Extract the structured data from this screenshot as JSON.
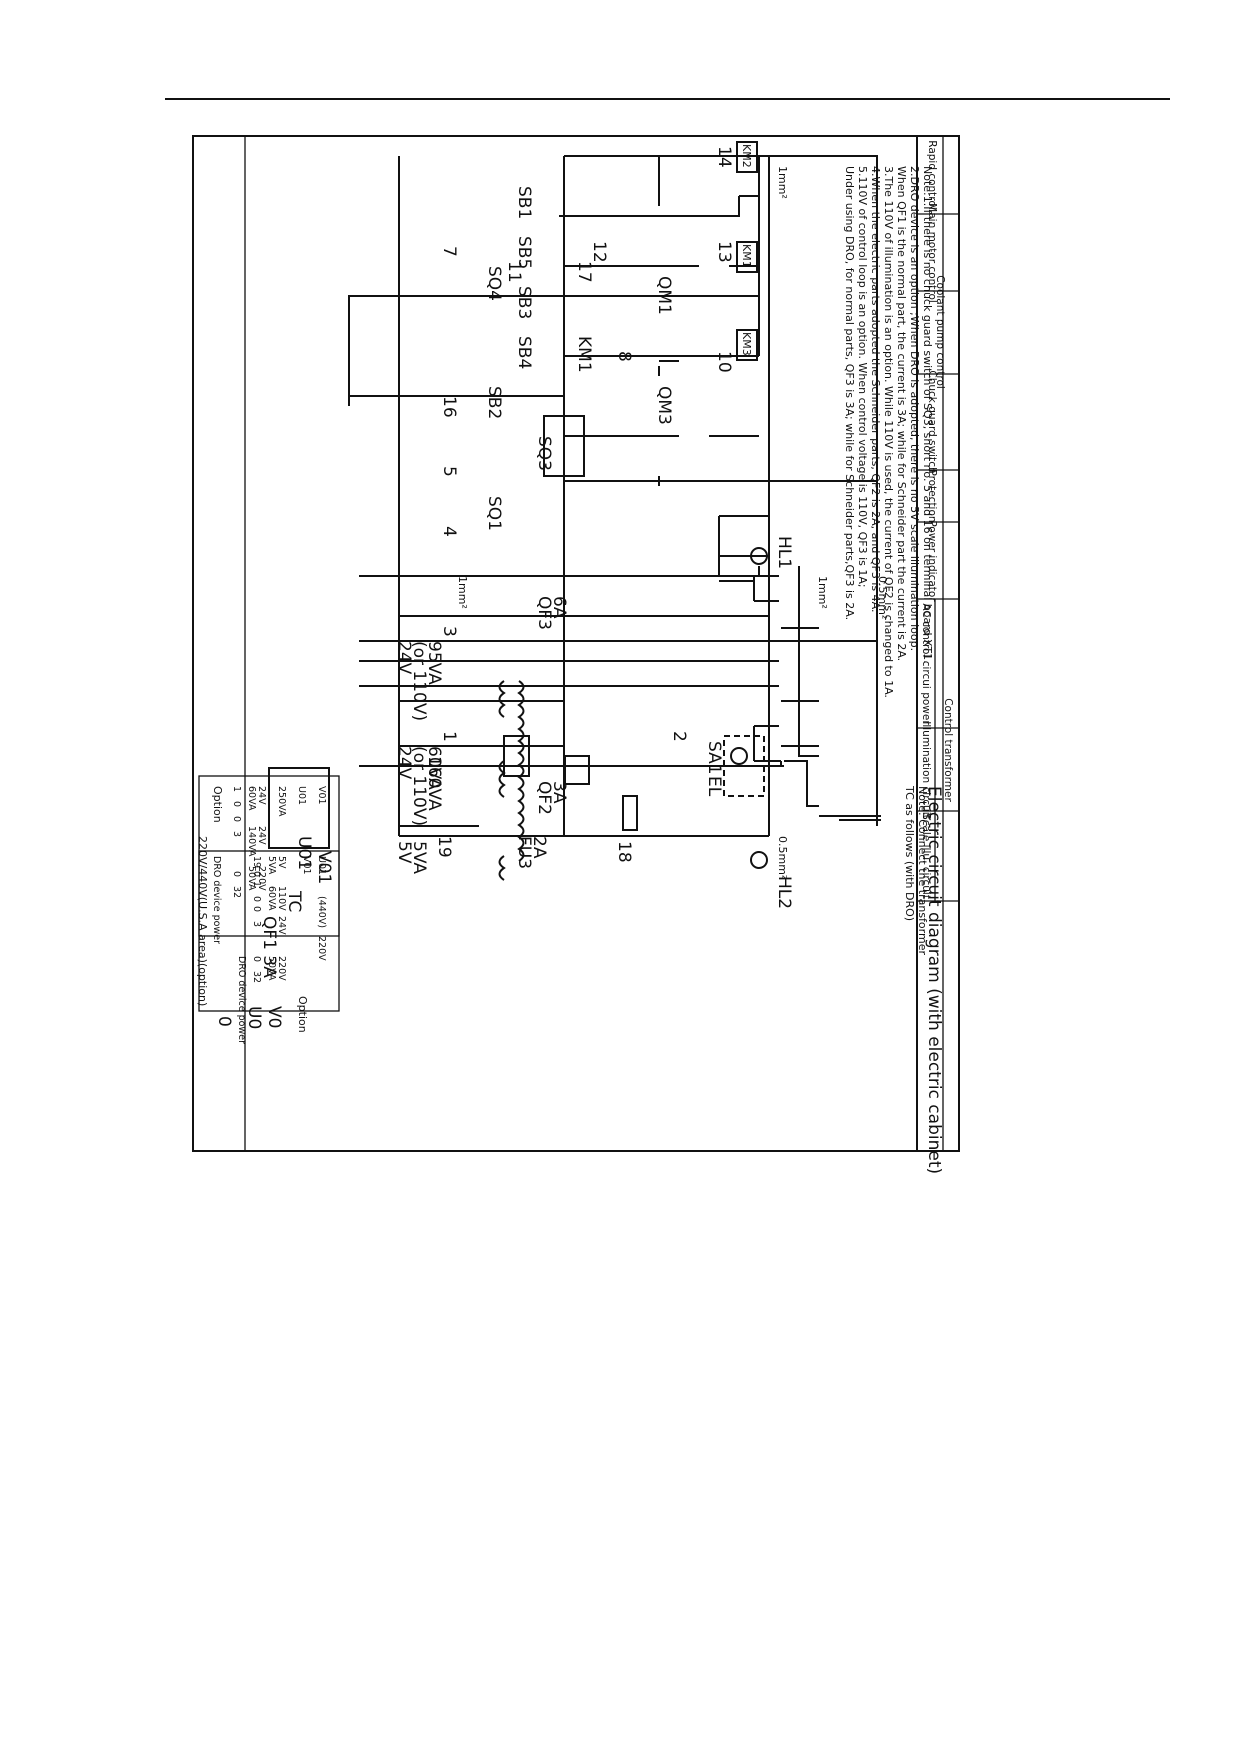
{
  "sections": [
    "Scale illu. circuit",
    "Illumination circuit",
    "AC control circui power",
    "Power indicator",
    "Protection",
    "Chuck guard switch",
    "Coolant pump control",
    "Main motor control",
    "Rapid control"
  ],
  "section_group": "Control transformer",
  "caption": "Electric circuit diagram (with electric cabinet)",
  "notes": [
    "Note:1.If there is no chuck guard switch of SQ3, short no. 5 and 16 on terminal board XT1.",
    "2.DRO device is an option ;When DRO is adopted, there is no 5V scale illumination loop.",
    "When QF1 is the normal part, the current is 3A; while for Schneider part the current is 2A.",
    "3.The 110V of illumination is an option. While 110V is used, the current of QF2 is changed to 1A.",
    "4.When the electric parts adopted the Schneider parts, QF2 is 2A, and QF3 is 4A.",
    "5.110V of control loop is an option. When control voltage is 110V, QF3 is 1A;",
    "Under using DRO, for normal parts, QF3 is 3A; while for Schneider parts,QF3 is 2A."
  ],
  "transformer_note": [
    "Note: Connect the transformer",
    "TC as follows (with DRO)"
  ],
  "option_title": "220V/440V(U.S.A area)(option)",
  "option_labels": {
    "option": "Option",
    "option_upright": "Option",
    "dro_power": "DRO device power",
    "dro_power2": "DRO device power"
  },
  "labels": {
    "U0": "U0",
    "V0": "V0",
    "U01": "U01",
    "V01": "V01",
    "TC": "TC",
    "QF1": "QF1 3A",
    "VA160": "160VA",
    "t5V": "5V",
    "t5VA": "5VA",
    "t24a": "24V",
    "t110a": "(or 110V)",
    "t60VA": "60VA",
    "t24b": "24V",
    "t110b": "(or 110V)",
    "t95VA": "95VA",
    "QF2": "QF2",
    "QF2A": "3A",
    "QF3": "QF3",
    "QF3A": "6A",
    "FU3": "FU3",
    "FU3A": "2A",
    "HL1": "HL1",
    "HL2": "HL2",
    "SA1": "SA1",
    "EL": "EL",
    "SQ1": "SQ1",
    "SQ3": "SQ3",
    "SQ4": "SQ4",
    "SB1": "SB1",
    "SB2": "SB2",
    "SB3": "SB3",
    "SB4": "SB4",
    "SB5": "SB5",
    "KM1": "KM1",
    "KM2": "KM2",
    "KM3": "KM3",
    "KM1c": "KM1",
    "QM1": "QM1",
    "QM3": "QM3",
    "n0": "0",
    "n1": "1",
    "n2": "2",
    "n3": "3",
    "n4": "4",
    "n5": "5",
    "n7": "7",
    "n8": "8",
    "n10": "10",
    "n11": "11",
    "n12": "12",
    "n13": "13",
    "n14": "14",
    "n16": "16",
    "n17": "17",
    "n18": "18",
    "n19": "19",
    "mm1a": "1mm²",
    "mm1b": "1mm²",
    "mm1c": "1mm²",
    "mm05a": "0.5mm²",
    "mm05b": "0.5mm²"
  },
  "tc_dro": {
    "V01": "V01",
    "U01": "U01",
    "VA250": "250VA",
    "a24": "24V",
    "a60": "60VA",
    "b24": "24V",
    "b140": "140VA",
    "c220": "220V",
    "c50": "50VA",
    "t1": "1",
    "t0a": "0",
    "t0b": "0",
    "t3": "3",
    "t0c": "0",
    "t32": "32"
  },
  "tc_usa": {
    "U01": "U01",
    "V01": "V01",
    "v440": "(440V)",
    "v220": "220V",
    "v5": "5V",
    "va5": "5VA",
    "v110": "110V",
    "va60": "60VA",
    "v24": "24V",
    "n19": "19",
    "n0": "0",
    "n1": "1",
    "n0b": "0",
    "n0c": "0",
    "n3": "3",
    "d220": "220V",
    "d50": "50VA",
    "d0": "0",
    "d32": "32"
  }
}
